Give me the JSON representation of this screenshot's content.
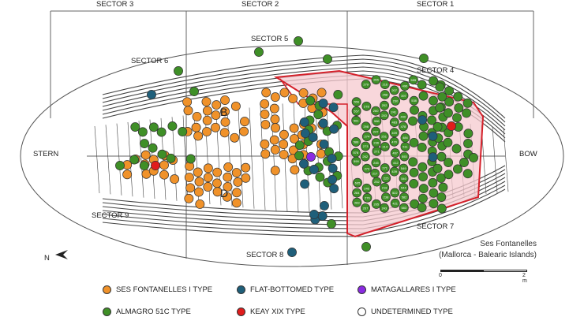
{
  "sectors": {
    "s1": "SECTOR 1",
    "s2": "SECTOR 2",
    "s3": "SECTOR 3",
    "s4": "SECTOR 4",
    "s5": "SECTOR 5",
    "s6": "SECTOR 6",
    "s7": "SECTOR 7",
    "s8": "SECTOR 8",
    "s9": "SECTOR 9"
  },
  "ends": {
    "stern": "STERN",
    "bow": "BOW"
  },
  "letters": {
    "b": "B",
    "d": "D"
  },
  "north": "N",
  "caption": {
    "line1": "Ses Fontanelles",
    "line2": "(Mallorca - Balearic Islands)"
  },
  "scale": {
    "zero": "0",
    "max": "2 m"
  },
  "legend": [
    {
      "label": "SES FONTANELLES I TYPE",
      "color": "#f0922a"
    },
    {
      "label": "FLAT-BOTTOMED TYPE",
      "color": "#1f5f7a"
    },
    {
      "label": "MATAGALLARES I TYPE",
      "color": "#8a2be2"
    },
    {
      "label": "ALMAGRO 51C TYPE",
      "color": "#3f8f27"
    },
    {
      "label": "KEAY XIX TYPE",
      "color": "#e01c1c"
    },
    {
      "label": "UNDETERMINED TYPE",
      "color": "#ffffff"
    }
  ],
  "colors": {
    "ses_fontanelles": "#f0922a",
    "almagro": "#3f8f27",
    "flat_bottomed": "#1f5f7a",
    "matagallares": "#8a2be2",
    "keay": "#e01c1c",
    "highlight_fill": "#f6c9cf",
    "highlight_stroke": "#d4202a"
  },
  "jar_labels": [
    "556",
    "557",
    "561",
    "588",
    "578",
    "599",
    "605",
    "284",
    "283",
    "279",
    "278",
    "298",
    "274",
    "273",
    "262",
    "273",
    "246",
    "276",
    "267",
    "265",
    "260",
    "586",
    "247",
    "236",
    "271",
    "245",
    "217",
    "252",
    "205",
    "216",
    "258",
    "202",
    "203",
    "251",
    "214",
    "271",
    "225",
    "218",
    "238",
    "243",
    "207",
    "230",
    "241",
    "483",
    "409",
    "470",
    "467",
    "412",
    "439",
    "522",
    "421",
    "496",
    "397",
    "440",
    "478",
    "484",
    "511",
    "553",
    "549",
    "540",
    "544",
    "582",
    "583",
    "555",
    "538"
  ]
}
